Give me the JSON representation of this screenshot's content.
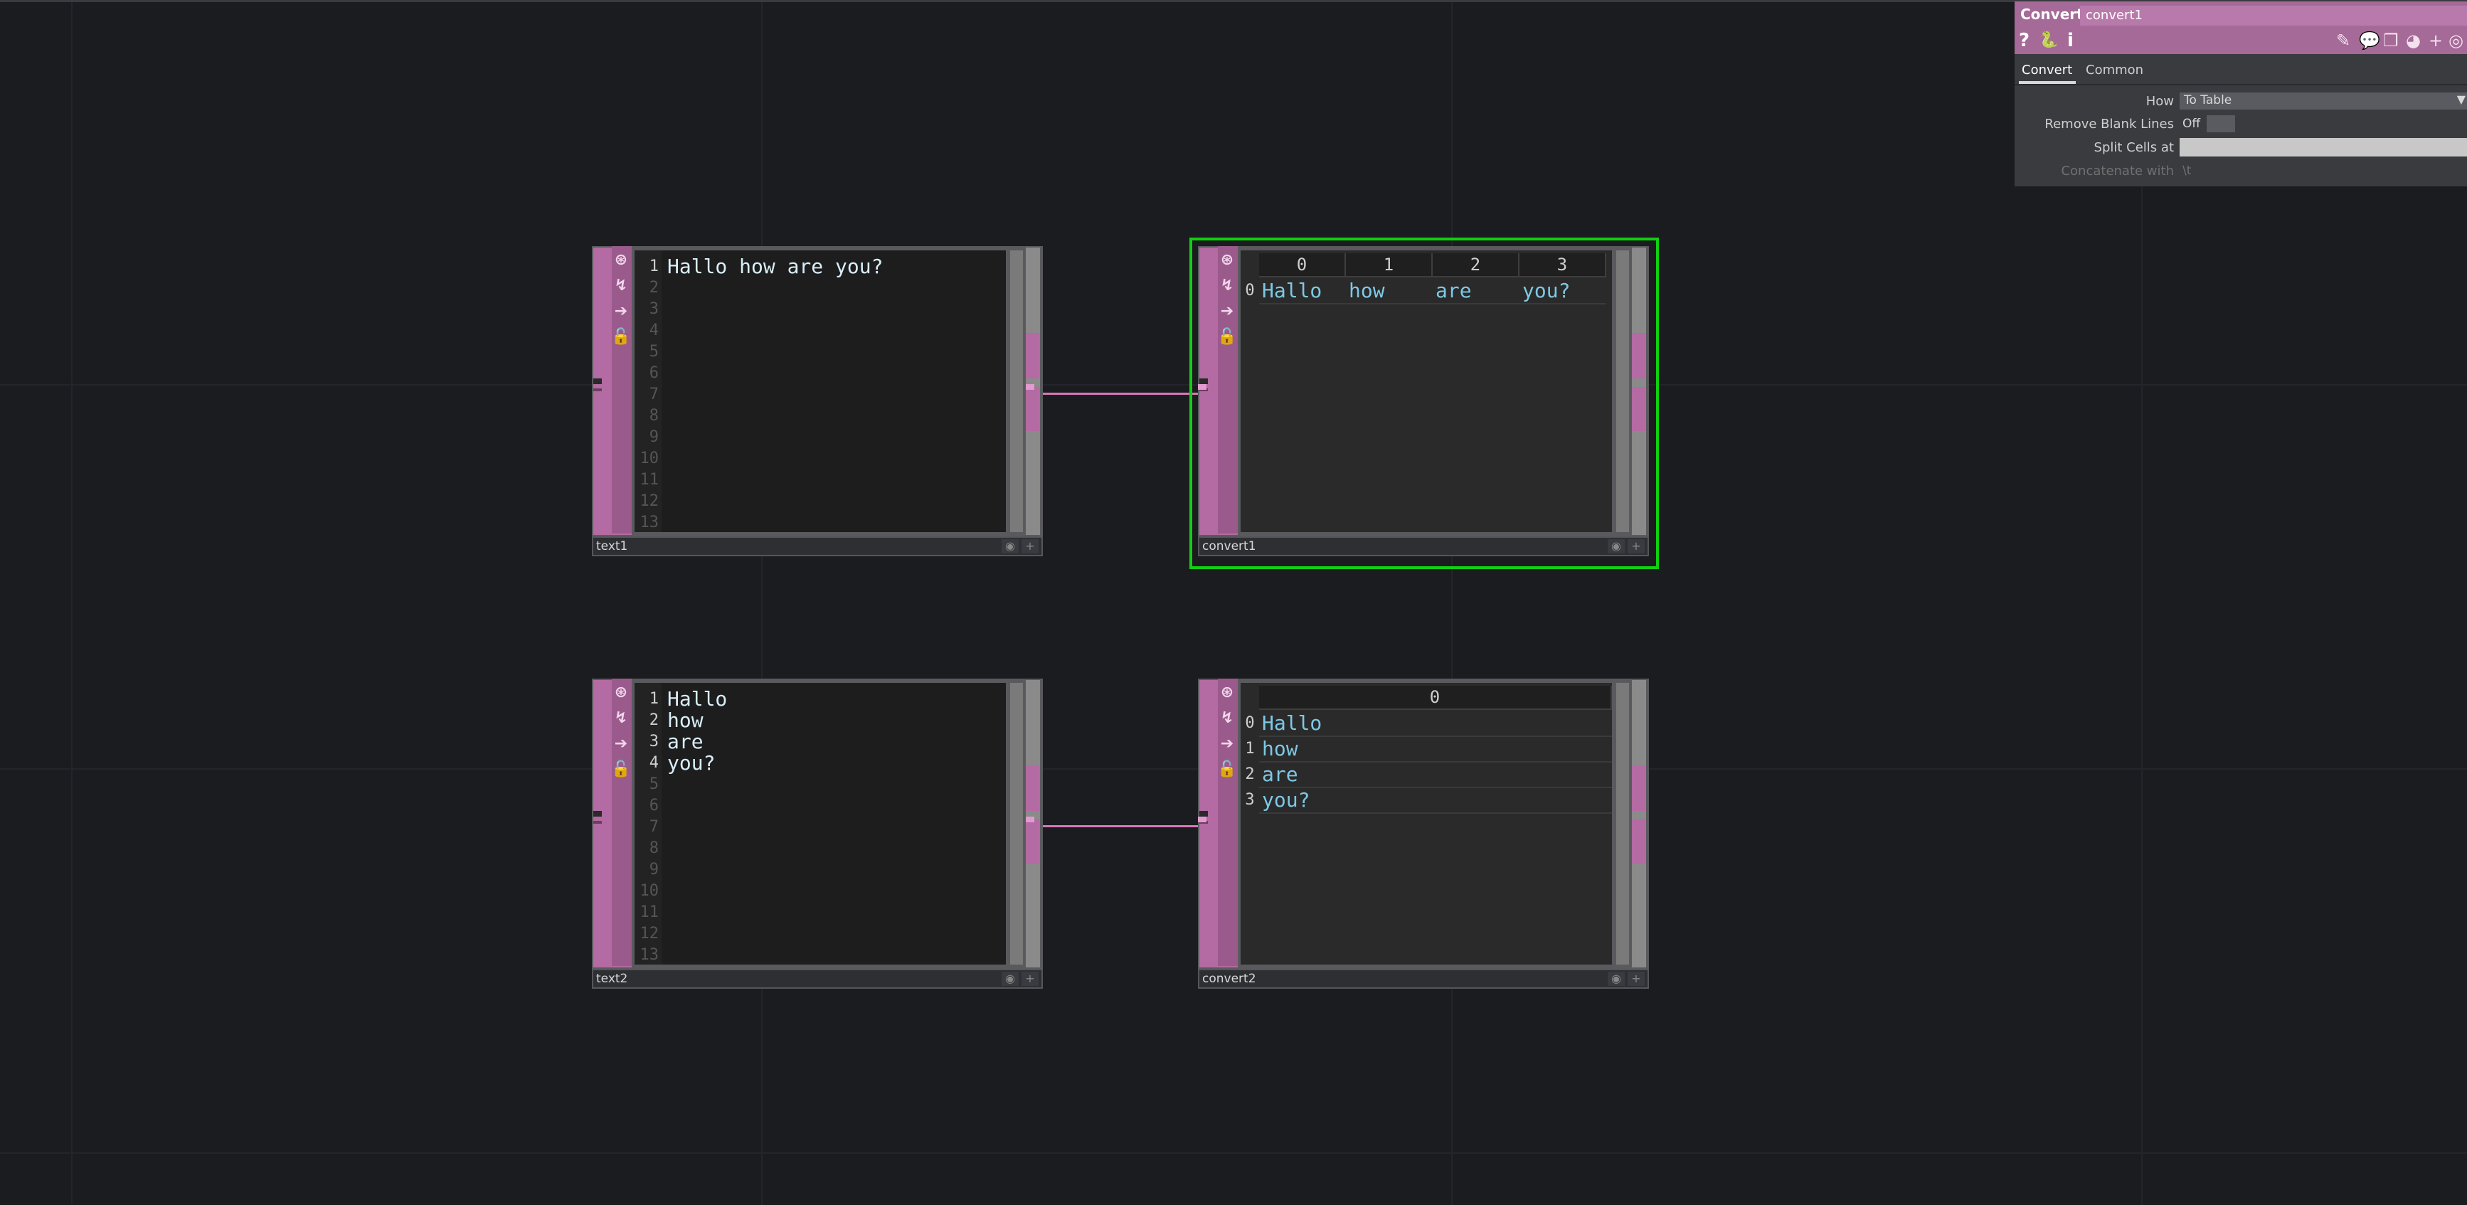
{
  "network": {
    "nodes": {
      "text1": {
        "name": "text1",
        "line_numbers": [
          "1",
          "2",
          "3",
          "4",
          "5",
          "6",
          "7",
          "8",
          "9",
          "10",
          "11",
          "12",
          "13"
        ],
        "lines": [
          "Hallo how are you?"
        ]
      },
      "convert1": {
        "name": "convert1",
        "columns": [
          "0",
          "1",
          "2",
          "3"
        ],
        "rows": [
          {
            "index": "0",
            "cells": [
              "Hallo",
              "how",
              "are",
              "you?"
            ]
          }
        ]
      },
      "text2": {
        "name": "text2",
        "line_numbers": [
          "1",
          "2",
          "3",
          "4",
          "5",
          "6",
          "7",
          "8",
          "9",
          "10",
          "11",
          "12",
          "13"
        ],
        "lines": [
          "Hallo",
          "how",
          "are",
          "you?"
        ]
      },
      "convert2": {
        "name": "convert2",
        "columns": [
          "0"
        ],
        "rows": [
          {
            "index": "0",
            "cells": [
              "Hallo"
            ]
          },
          {
            "index": "1",
            "cells": [
              "how"
            ]
          },
          {
            "index": "2",
            "cells": [
              "are"
            ]
          },
          {
            "index": "3",
            "cells": [
              "you?"
            ]
          }
        ]
      }
    },
    "selected_node": "convert1",
    "node_icons": [
      "viewer-active-icon",
      "bypass-icon",
      "display-flag-icon",
      "lock-icon"
    ]
  },
  "params": {
    "op_type": "Convert",
    "op_name": "convert1",
    "toolbar": {
      "help": "?",
      "python": "🐍",
      "info": "i"
    },
    "tabs": [
      "Convert",
      "Common"
    ],
    "active_tab": "Convert",
    "how_label": "How",
    "how_value": "To Table",
    "remove_blank_label": "Remove Blank Lines",
    "remove_blank_value": "Off",
    "split_label": "Split Cells at",
    "split_value": "",
    "concat_label": "Concatenate with",
    "concat_value": "\\t"
  },
  "colors": {
    "background": "#1b1c1f",
    "dat_family": "#b46aa2",
    "selection": "#10d010",
    "wire": "#d878b8",
    "cell_text": "#7ec8e4"
  }
}
